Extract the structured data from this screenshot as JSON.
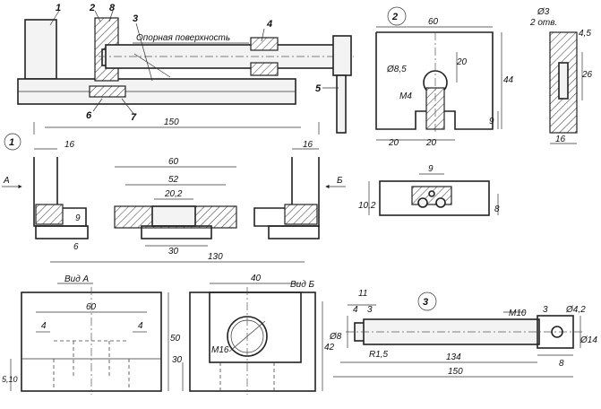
{
  "assembly": {
    "callouts": [
      "1",
      "2",
      "8",
      "3",
      "4",
      "5",
      "6",
      "7"
    ],
    "surface_note": "Опорная поверхность"
  },
  "part1": {
    "circle": "1",
    "dims": {
      "total": "150",
      "flange_l": "16",
      "flange_r": "16",
      "top": "60",
      "inner": "52",
      "slot": "20,2",
      "h9": "9",
      "h6": "6",
      "base30": "30",
      "len130": "130"
    },
    "arrow_a": "А",
    "arrow_b": "Б"
  },
  "part2": {
    "circle": "2",
    "dims": {
      "w60": "60",
      "h20": "20",
      "h44": "44",
      "hole": "Ø8,5",
      "thread": "M4",
      "h9": "9",
      "w20a": "20",
      "w20b": "20"
    }
  },
  "part8": {
    "dims": {
      "hole": "Ø3",
      "holes": "2 отв.",
      "d45": "4,5",
      "d26": "26",
      "d16": "16"
    }
  },
  "part2_section": {
    "dims": {
      "d9": "9",
      "d102": "10,2",
      "d8": "8"
    }
  },
  "view_a": {
    "title": "Вид А",
    "dims": {
      "w60": "60",
      "h50": "50",
      "d4l": "4",
      "d4r": "4",
      "h510": "5,10"
    }
  },
  "view_b": {
    "title": "Вид Б",
    "dims": {
      "w40": "40",
      "thread": "M16",
      "h30": "30",
      "h42": "42"
    }
  },
  "part3": {
    "circle": "3",
    "dims": {
      "d11": "11",
      "d4": "4",
      "d3": "3",
      "d8": "Ø8",
      "r15": "R1,5",
      "m10": "M10",
      "d3b": "3",
      "d42": "Ø4,2",
      "d14": "Ø14",
      "d134": "134",
      "d8b": "8",
      "d150": "150"
    }
  }
}
